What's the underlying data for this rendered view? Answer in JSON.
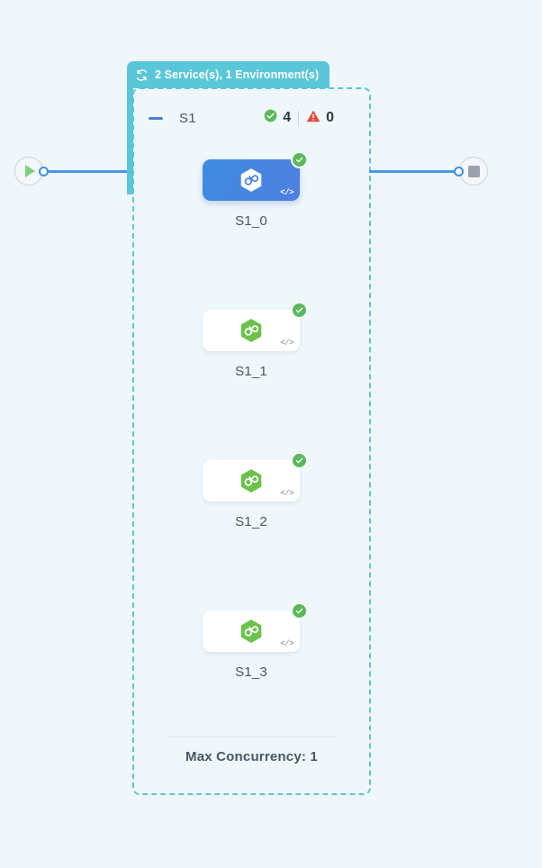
{
  "theme": {
    "background": "#eff7fa",
    "group_accent": "#5ac7d8",
    "edge_color": "#4a96e8",
    "selected_node": "#3f8ce0",
    "ok_green": "#5cb85c",
    "error_red": "#e24a3b"
  },
  "group": {
    "header_label": "2 Service(s), 1 Environment(s)",
    "header_icon": "cycle-refresh-icon",
    "collapse_icon": "minus-collapse-icon",
    "name": "S1",
    "status": {
      "success_icon": "check-circle-icon",
      "success_count": "4",
      "error_icon": "warning-triangle-icon",
      "error_count": "0"
    },
    "footer_label": "Max Concurrency: 1"
  },
  "terminals": {
    "start": {
      "icon": "play-icon",
      "name": "start-node"
    },
    "end": {
      "icon": "stop-icon",
      "name": "end-node"
    }
  },
  "nodes": [
    {
      "label": "S1_0",
      "state": "selected",
      "icon": "hexagon-infinity-icon",
      "badge": "check-circle-icon",
      "code_icon": "</>"
    },
    {
      "label": "S1_1",
      "state": "idle",
      "icon": "hexagon-infinity-icon",
      "badge": "check-circle-icon",
      "code_icon": "</>"
    },
    {
      "label": "S1_2",
      "state": "idle",
      "icon": "hexagon-infinity-icon",
      "badge": "check-circle-icon",
      "code_icon": "</>"
    },
    {
      "label": "S1_3",
      "state": "idle",
      "icon": "hexagon-infinity-icon",
      "badge": "check-circle-icon",
      "code_icon": "</>"
    }
  ]
}
